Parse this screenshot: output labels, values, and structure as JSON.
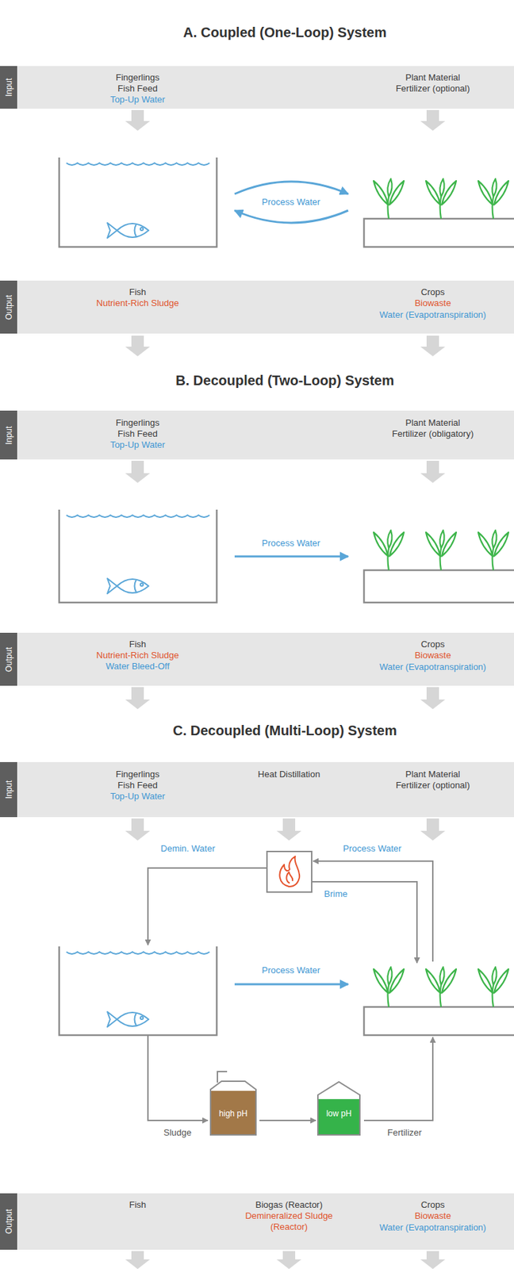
{
  "diagram": {
    "nodes": [
      {
        "text": [
          "Fingerlings",
          "Fish Feed",
          "Top-Up Water",
          "Plant Material",
          "Fertilizer (optional)"
        ]
      },
      {
        "text": [
          "Input"
        ],
        "in": 0
      },
      {
        "text": [
          "Fish",
          "Nutrient-Rich Sludge",
          "Crops",
          "Biowaste",
          "Water (Evapotranspiration)"
        ]
      },
      {
        "text": [
          "Output"
        ],
        "in": 2
      },
      {
        "text": [
          "Fingerlings",
          "Fish Feed",
          "Top-Up Water",
          "Plant Material",
          "Fertilizer (obligatory)"
        ]
      },
      {
        "text": [
          "Input"
        ],
        "in": 4
      },
      {
        "text": [
          "Fish",
          "Nutrient-Rich Sludge",
          "Water Bleed-Off",
          "Crops",
          "Biowaste",
          "Water (Evapotranspiration)"
        ]
      },
      {
        "text": [
          "Output"
        ],
        "in": 6
      },
      {
        "text": [
          "Fingerlings",
          "Fish Feed",
          "Top-Up Water",
          "Heat Distillation",
          "Plant Material",
          "Fertilizer (optional)"
        ]
      },
      {
        "text": [
          "Input"
        ],
        "in": 8
      },
      {
        "text": [
          "high pH"
        ]
      },
      {
        "text": [
          "low pH"
        ]
      },
      {
        "text": [
          "Fish",
          "Biogas (Reactor)",
          "Demineralized Sludge (Reactor)",
          "Crops",
          "Biowaste",
          "Water (Evapotranspiration)"
        ]
      },
      {
        "text": [
          "Output"
        ],
        "in": 12
      }
    ],
    "edges": [
      {
        "from": 10,
        "to": 11,
        "arrow": "to"
      }
    ],
    "labels": [
      "A. Coupled (One-Loop) System",
      "Process Water",
      "B. Decoupled (Two-Loop) System",
      "Process Water",
      "C. Decoupled (Multi-Loop) System",
      "Demin. Water",
      "Process Water",
      "Brime",
      "Process Water",
      "Sludge",
      "Fertilizer"
    ]
  }
}
